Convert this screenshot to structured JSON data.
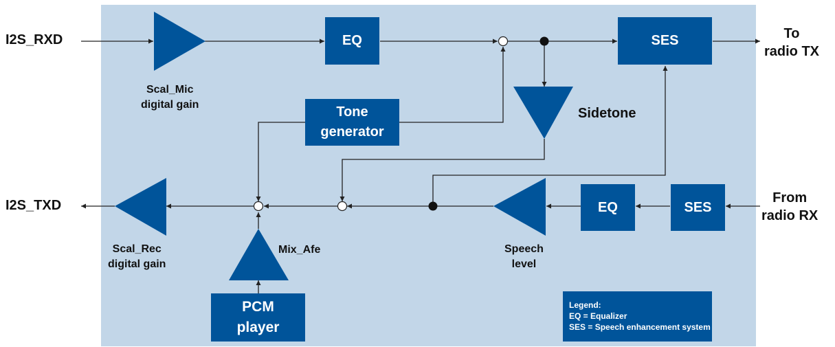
{
  "inputs": {
    "i2s_rxd": "I2S_RXD",
    "i2s_txd": "I2S_TXD",
    "to_radio_tx": [
      "To",
      "radio TX"
    ],
    "from_radio_rx": [
      "From",
      "radio RX"
    ]
  },
  "blocks": {
    "eq_tx": "EQ",
    "ses_tx": "SES",
    "tone_generator": [
      "Tone",
      "generator"
    ],
    "eq_rx": "EQ",
    "ses_rx": "SES",
    "pcm_player": [
      "PCM",
      "player"
    ]
  },
  "gains": {
    "scal_mic": [
      "Scal_Mic",
      "digital gain"
    ],
    "sidetone": "Sidetone",
    "scal_rec": [
      "Scal_Rec",
      "digital gain"
    ],
    "mix_afe": "Mix_Afe",
    "speech_level": [
      "Speech",
      "level"
    ]
  },
  "legend": {
    "title": "Legend:",
    "lines": [
      "EQ = Equalizer",
      "SES = Speech enhancement system"
    ]
  },
  "colors": {
    "panel": "#c2d6e8",
    "block": "#00549a",
    "line": "#222222"
  }
}
